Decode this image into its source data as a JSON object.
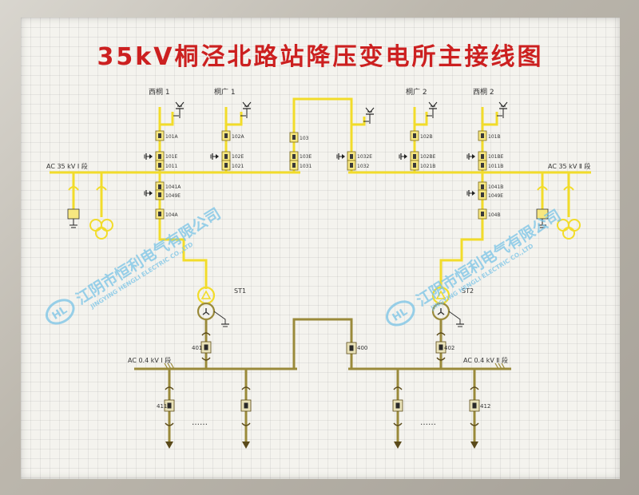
{
  "title": "35kV桐泾北路站降压变电所主接线图",
  "bus_35kv": {
    "left": "AC 35 kV Ⅰ 段",
    "right": "AC 35 kV Ⅱ 段"
  },
  "bus_04kv": {
    "left": "AC 0.4 kV Ⅰ 段",
    "right": "AC 0.4 kV Ⅱ 段"
  },
  "incoming_lines": [
    "西桐 1",
    "桐广 1",
    "桐广 2",
    "西桐 2"
  ],
  "bay_labels": {
    "b101A": "101A",
    "b101E": "101E",
    "b1011": "1011",
    "b102A": "102A",
    "b102E": "102E",
    "b1021": "1021",
    "b103": "103",
    "b103E": "103E",
    "b1031": "1031",
    "b1032E": "1032E",
    "b1032": "1032",
    "b102B": "102B",
    "b102BE": "102BE",
    "b1021B": "1021B",
    "b101B": "101B",
    "b101BE": "101BE",
    "b1011B": "1011B",
    "b1041A": "1041A",
    "b1049E": "1049E",
    "b104A": "104A",
    "b1041B": "1041B",
    "b1049BE": "1049E",
    "b104B": "104B"
  },
  "transformers": {
    "t1": "ST1",
    "t2": "ST2"
  },
  "lv_labels": {
    "l401": "401",
    "l400": "400",
    "l402": "402",
    "l411": "411",
    "l412": "412"
  },
  "ellipsis": "……",
  "watermark": {
    "cn": "江阴市恒利电气有限公司",
    "en": "JINGYING HENGLI ELECTRIC CO.,LTD",
    "logo": "HL"
  },
  "colors": {
    "hv": "#f2dc2a",
    "lv": "#9a8a3a",
    "title": "#cc2020",
    "watermark": "#79c3e6"
  }
}
